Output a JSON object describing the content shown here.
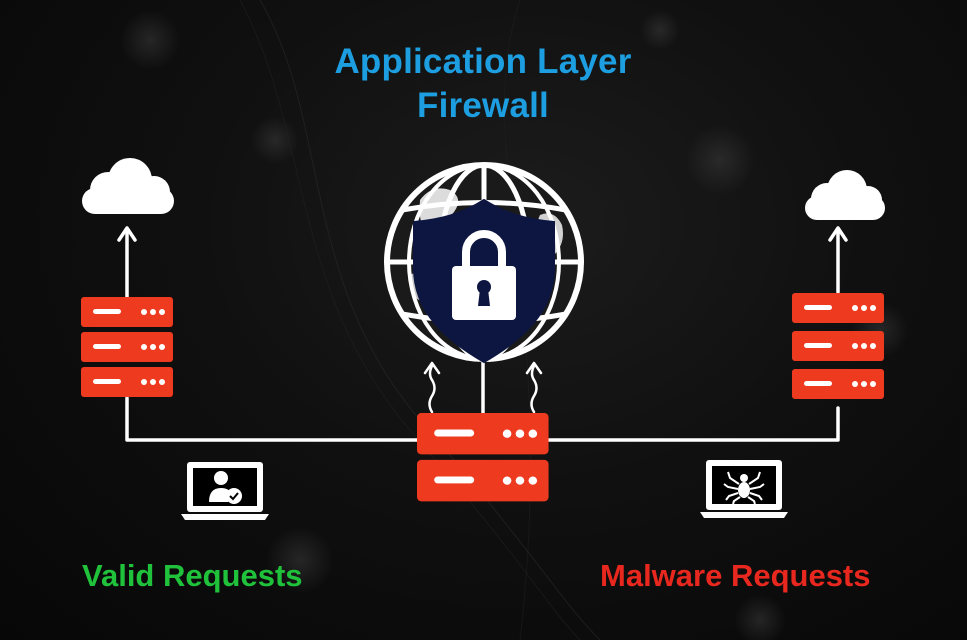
{
  "title": {
    "line1": "Application Layer",
    "line2": "Firewall"
  },
  "labels": {
    "valid": "Valid Requests",
    "malware": "Malware Requests"
  },
  "icons": {
    "cloud": "cloud-icon",
    "server": "server-rack-icon",
    "globe": "globe-icon",
    "shield": "shield-lock-icon",
    "user_laptop": "laptop-user-check-icon",
    "malware_laptop": "laptop-spider-icon"
  },
  "colors": {
    "background": "#0b0b0b",
    "title": "#1c9ee0",
    "valid": "#1fc23a",
    "malware": "#e8281e",
    "server": "#ee3a1f",
    "shield": "#0c1640",
    "line": "#ffffff"
  }
}
